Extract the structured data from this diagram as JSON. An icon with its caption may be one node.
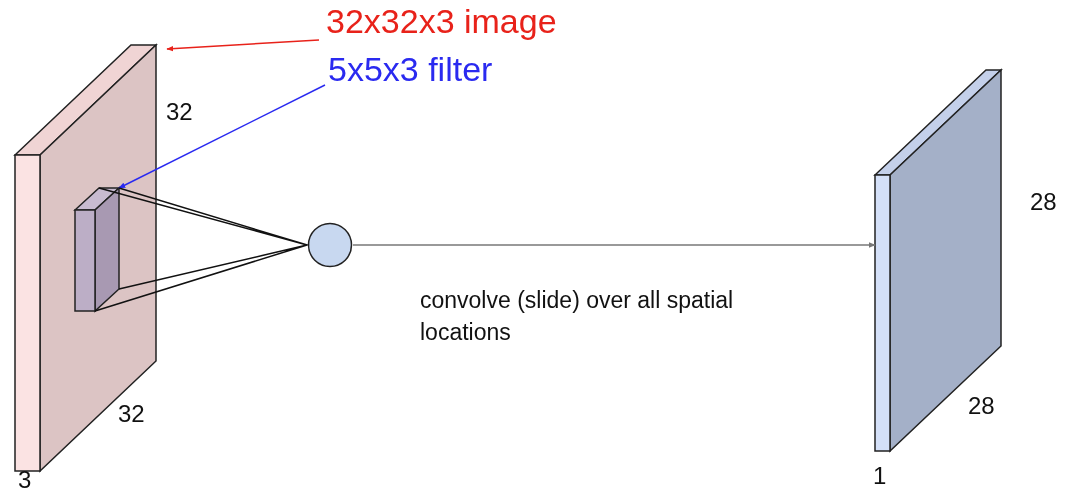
{
  "diagram": {
    "nodes": [
      {
        "text": [
          "32x32x3 image"
        ]
      },
      {
        "text": [
          "5x5x3 filter"
        ]
      },
      {
        "text": [],
        "shape": "box"
      },
      {
        "text": [],
        "shape": "box",
        "in": 2
      },
      {
        "text": [],
        "shape": "circle"
      },
      {
        "text": [],
        "shape": "box"
      }
    ],
    "edges": [
      {
        "from": 0,
        "to": 2,
        "arrow": "to",
        "color": "#e8221a"
      },
      {
        "from": 1,
        "to": 3,
        "arrow": "to",
        "color": "#2a2af0"
      },
      {
        "from": 3,
        "to": 4,
        "arrow": "none",
        "color": "#111111"
      },
      {
        "from": 4,
        "to": 5,
        "arrow": "to",
        "label": "convolve (slide) over all spatial locations",
        "color": "#777777"
      }
    ],
    "labels": [
      "32",
      "28",
      "28",
      "32",
      "3",
      "1"
    ]
  }
}
